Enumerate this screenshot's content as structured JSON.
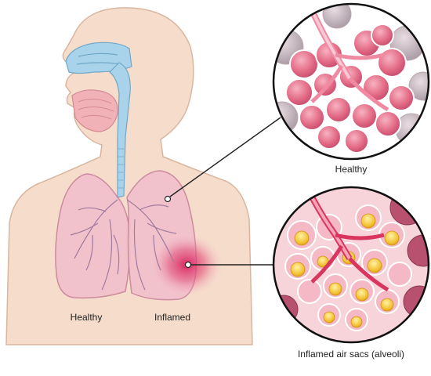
{
  "labels": {
    "left_lung": "Healthy",
    "right_lung": "Inflamed",
    "healthy_callout": "Healthy",
    "inflamed_callout": "Inflamed air sacs (alveoli)"
  },
  "colors": {
    "skin": "#f6dccb",
    "skin_outline": "#d9b6a0",
    "airway": "#a9d3ea",
    "lung": "#f2c1cd",
    "vessel": "#a07a9e",
    "inflamed": "#d81e5b",
    "alveolus_healthy": "#e36b86",
    "alveolus_fluid": "#f2c230",
    "callout_line": "#222222"
  }
}
